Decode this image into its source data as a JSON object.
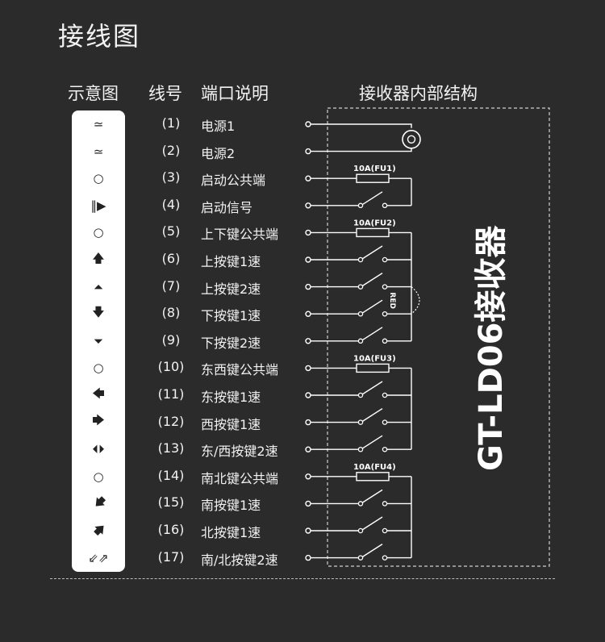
{
  "title": "接线图",
  "headers": {
    "symbol": "示意图",
    "number": "线号",
    "port": "端口说明",
    "internal": "接收器内部结构"
  },
  "rows": [
    {
      "num": "(1)",
      "label": "电源1",
      "icon": "ac-tilde-icon",
      "glyph": "≃"
    },
    {
      "num": "(2)",
      "label": "电源2",
      "icon": "ac-tilde-icon",
      "glyph": "≃"
    },
    {
      "num": "(3)",
      "label": "启动公共端",
      "icon": "circle-icon",
      "glyph": "○"
    },
    {
      "num": "(4)",
      "label": "启动信号",
      "icon": "start-icon",
      "glyph": "‖▶"
    },
    {
      "num": "(5)",
      "label": "上下键公共端",
      "icon": "circle-icon",
      "glyph": "○"
    },
    {
      "num": "(6)",
      "label": "上按键1速",
      "icon": "arrow-up-icon",
      "glyph": "🡅"
    },
    {
      "num": "(7)",
      "label": "上按键2速",
      "icon": "double-arrow-up-icon",
      "glyph": "⏶"
    },
    {
      "num": "(8)",
      "label": "下按键1速",
      "icon": "arrow-down-icon",
      "glyph": "🡇"
    },
    {
      "num": "(9)",
      "label": "下按键2速",
      "icon": "double-arrow-down-icon",
      "glyph": "⏷"
    },
    {
      "num": "(10)",
      "label": "东西键公共端",
      "icon": "circle-icon",
      "glyph": "○"
    },
    {
      "num": "(11)",
      "label": "东按键1速",
      "icon": "arrow-left-icon",
      "glyph": "🡄"
    },
    {
      "num": "(12)",
      "label": "西按键1速",
      "icon": "arrow-right-icon",
      "glyph": "🡆"
    },
    {
      "num": "(13)",
      "label": "东/西按键2速",
      "icon": "double-arrow-left-right-icon",
      "glyph": "⏴⏵"
    },
    {
      "num": "(14)",
      "label": "南北键公共端",
      "icon": "circle-icon",
      "glyph": "○"
    },
    {
      "num": "(15)",
      "label": "南按键1速",
      "icon": "arrow-down-left-icon",
      "glyph": "🡇"
    },
    {
      "num": "(16)",
      "label": "北按键1速",
      "icon": "arrow-up-right-icon",
      "glyph": "🡅"
    },
    {
      "num": "(17)",
      "label": "南/北按键2速",
      "icon": "double-arrow-diagonal-icon",
      "glyph": "⇙⇗"
    }
  ],
  "fuses": [
    "10A(FU1)",
    "10A(FU2)",
    "10A(FU3)",
    "10A(FU4)"
  ],
  "red_label": "RED",
  "model": "GT-LD06接收器",
  "colors": {
    "background": "#2b2b2b",
    "line": "#ffffff",
    "legend_bg": "#ffffff"
  }
}
